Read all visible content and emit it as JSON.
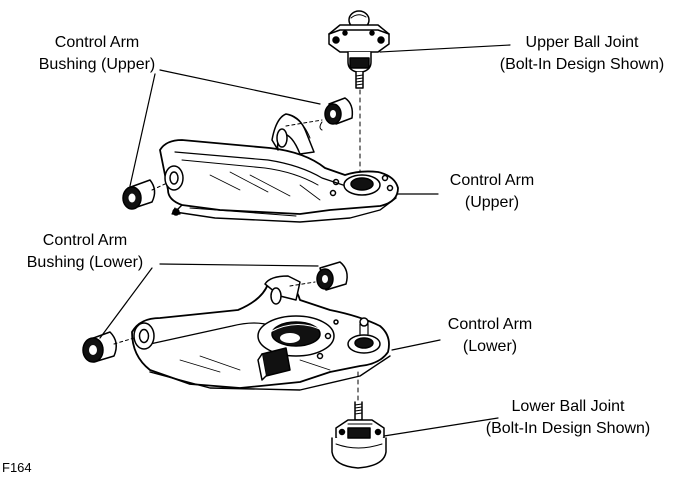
{
  "labels": {
    "upper_bushing": {
      "line1": "Control Arm",
      "line2": "Bushing (Upper)"
    },
    "upper_ball_joint": {
      "line1": "Upper Ball Joint",
      "line2": "(Bolt-In Design Shown)"
    },
    "upper_arm": {
      "line1": "Control Arm",
      "line2": "(Upper)"
    },
    "lower_bushing": {
      "line1": "Control Arm",
      "line2": "Bushing (Lower)"
    },
    "lower_arm": {
      "line1": "Control Arm",
      "line2": "(Lower)"
    },
    "lower_ball_joint": {
      "line1": "Lower Ball Joint",
      "line2": "(Bolt-In Design Shown)"
    }
  },
  "figure_code": "F164"
}
